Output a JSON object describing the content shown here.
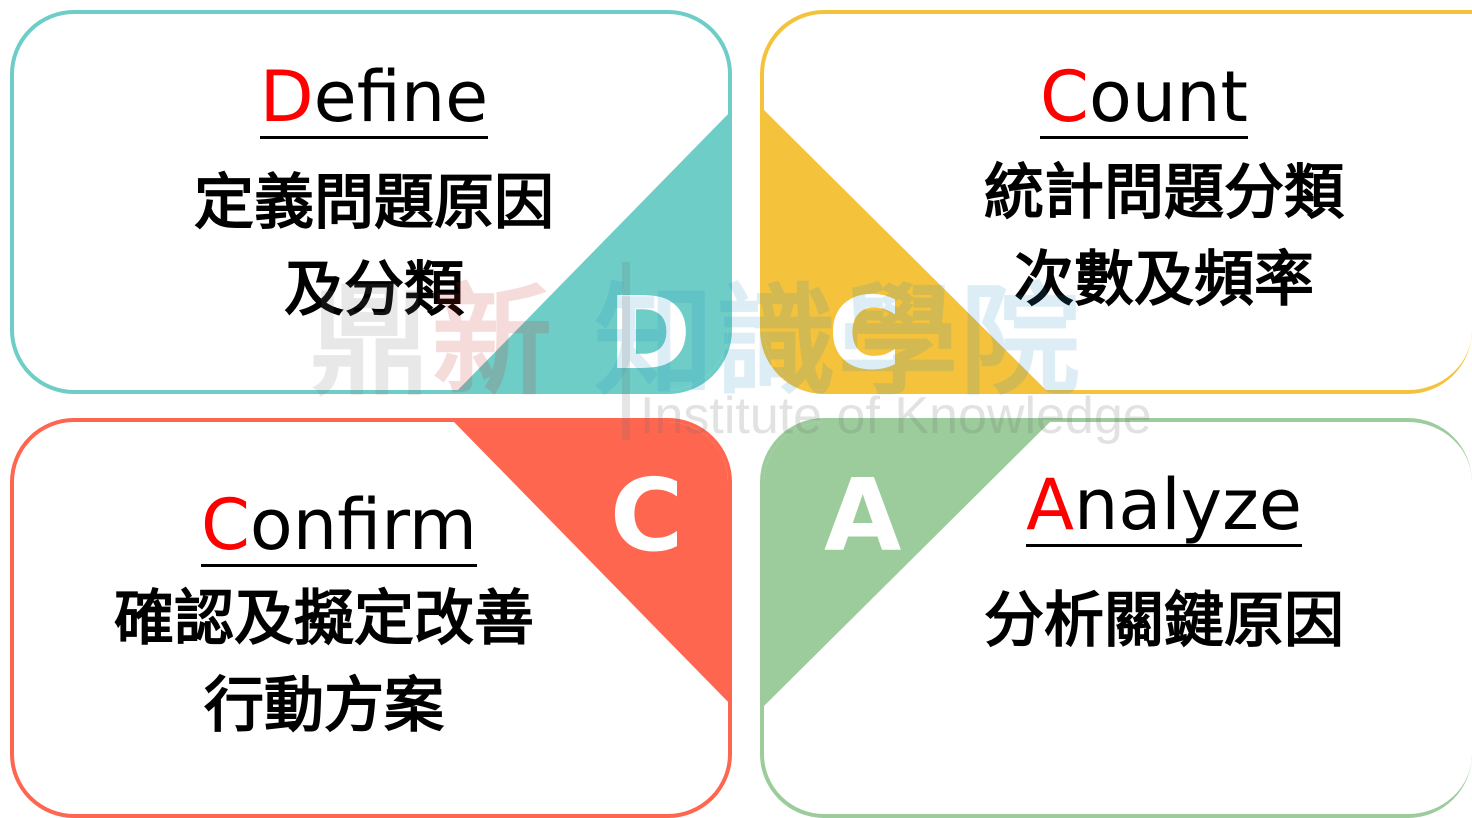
{
  "panels": {
    "define": {
      "letter": "D",
      "title_first": "D",
      "title_rest": "efine",
      "desc": "定義問題原因\n及分類",
      "color": "#6ecdc7"
    },
    "count": {
      "letter": "C",
      "title_first": "C",
      "title_rest": "ount",
      "desc": "統計問題分類\n次數及頻率",
      "color": "#f5c23c"
    },
    "confirm": {
      "letter": "C",
      "title_first": "C",
      "title_rest": "onfirm",
      "desc": "確認及擬定改善\n行動方案",
      "color": "#ff6650"
    },
    "analyze": {
      "letter": "A",
      "title_first": "A",
      "title_rest": "nalyze",
      "desc": "分析關鍵原因",
      "color": "#9ccc9c"
    }
  },
  "watermark": {
    "char1": "鼎",
    "char2": "新",
    "chars_rest": "知識學院",
    "english": "Institute of Knowledge"
  }
}
